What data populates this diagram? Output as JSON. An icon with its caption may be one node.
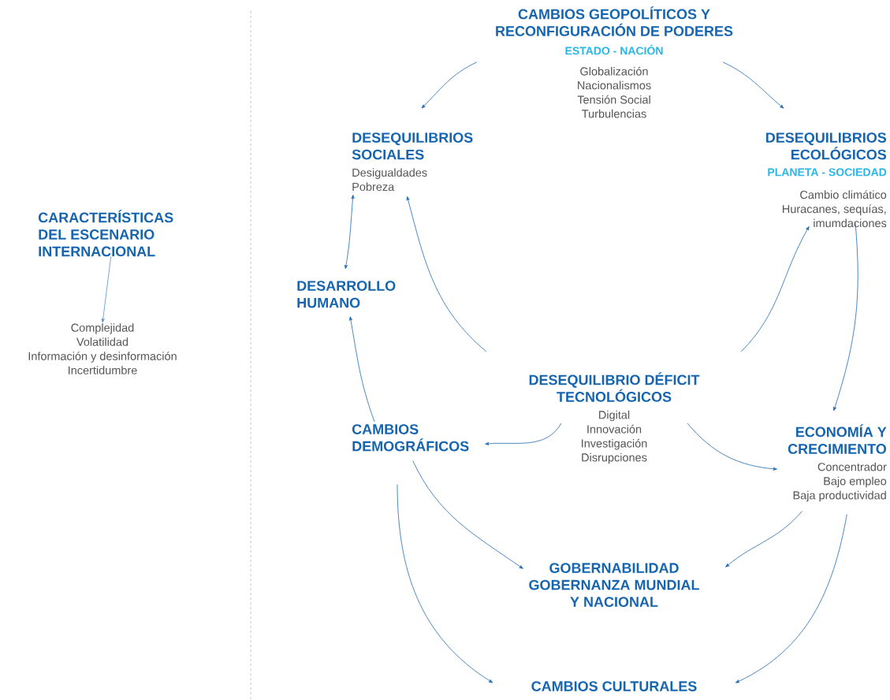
{
  "diagram": {
    "nodes": [
      {
        "text": [
          "CARACTERÍSTICAS DEL ESCENARIO INTERNACIONAL"
        ]
      },
      {
        "text": [
          "Complejidad",
          "Volatilidad",
          "Información y desinformación",
          "Incertidumbre"
        ]
      },
      {
        "text": [
          "CAMBIOS GEOPOLÍTICOS Y RECONFIGURACIÓN DE PODERES",
          "ESTADO - NACIÓN",
          "Globalización",
          "Nacionalismos",
          "Tensión Social",
          "Turbulencias"
        ]
      },
      {
        "text": [
          "DESEQUILIBRIOS SOCIALES",
          "Desigualdades",
          "Pobreza"
        ]
      },
      {
        "text": [
          "DESEQUILIBRIOS ECOLÓGICOS",
          "PLANETA - SOCIEDAD",
          "Cambio climático",
          "Huracanes, sequías, imumdaciones"
        ]
      },
      {
        "text": [
          "DESARROLLO HUMANO"
        ]
      },
      {
        "text": [
          "DESEQUILIBRIO DÉFICIT TECNOLÓGICOS",
          "Digital",
          "Innovación",
          "Investigación",
          "Disrupciones"
        ]
      },
      {
        "text": [
          "CAMBIOS DEMOGRÁFICOS"
        ]
      },
      {
        "text": [
          "ECONOMÍA Y CRECIMIENTO",
          "Concentrador",
          "Bajo empleo",
          "Baja productividad"
        ]
      },
      {
        "text": [
          "GOBERNABILIDAD GOBERNANZA MUNDIAL Y NACIONAL"
        ]
      },
      {
        "text": [
          "CAMBIOS CULTURALES"
        ]
      }
    ],
    "edges": [
      {
        "from": 0,
        "to": 1,
        "arrow": "to"
      },
      {
        "from": 2,
        "to": 3,
        "arrow": "to"
      },
      {
        "from": 2,
        "to": 4,
        "arrow": "to"
      },
      {
        "from": 3,
        "to": 5,
        "arrow": "both"
      },
      {
        "from": 6,
        "to": 3,
        "arrow": "to"
      },
      {
        "from": 6,
        "to": 4,
        "arrow": "to"
      },
      {
        "from": 4,
        "to": 8,
        "arrow": "to"
      },
      {
        "from": 6,
        "to": 7,
        "arrow": "to"
      },
      {
        "from": 6,
        "to": 8,
        "arrow": "to"
      },
      {
        "from": 7,
        "to": 5,
        "arrow": "to"
      },
      {
        "from": 7,
        "to": 9,
        "arrow": "to"
      },
      {
        "from": 7,
        "to": 10,
        "arrow": "to"
      },
      {
        "from": 8,
        "to": 9,
        "arrow": "to"
      },
      {
        "from": 8,
        "to": 10,
        "arrow": "to"
      }
    ]
  }
}
